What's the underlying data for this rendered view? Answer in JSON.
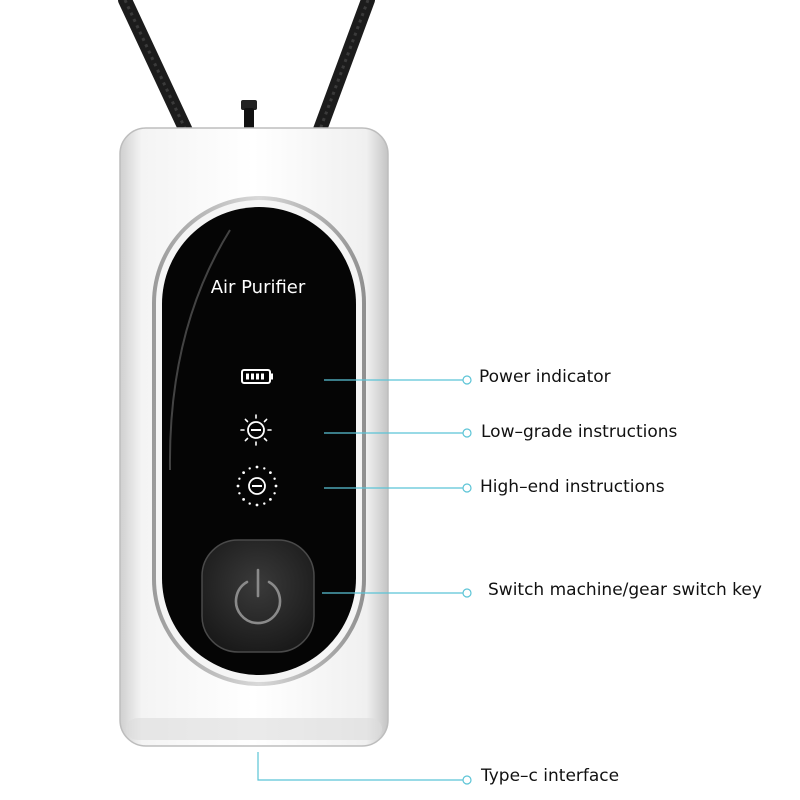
{
  "device": {
    "title": "Air Purifier"
  },
  "callouts": {
    "power_indicator": "Power indicator",
    "low_grade": "Low–grade instructions",
    "high_end": "High–end instructions",
    "switch_key": "Switch machine/gear switch key",
    "type_c": "Type–c interface"
  },
  "colors": {
    "leader_line": "#5bc4d6",
    "panel": "#050505",
    "shell": "#e6e6e6",
    "cord": "#1a1a1a"
  },
  "icons": {
    "battery": "battery-icon",
    "low_gear": "low-gear-icon",
    "high_gear": "high-gear-icon",
    "power": "power-icon"
  }
}
